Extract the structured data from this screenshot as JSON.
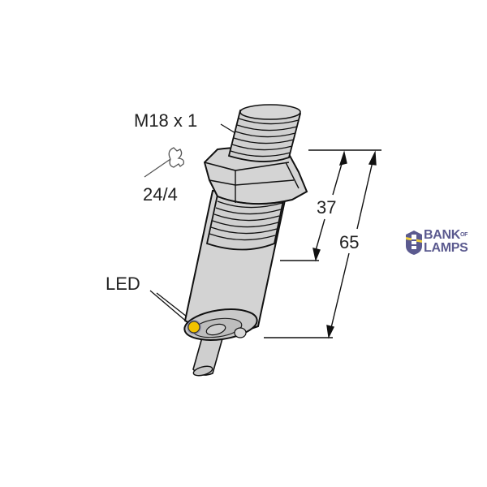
{
  "diagram": {
    "type": "technical-drawing",
    "subject": "cylindrical inductive proximity sensor with cable",
    "labels": {
      "thread": "M18 x 1",
      "wrench_size": "24/4",
      "led": "LED",
      "dim_thread_length": "37",
      "dim_total_length": "65"
    },
    "icons": {
      "wrench": "wrench-icon",
      "led_indicator": "led-indicator"
    },
    "colors": {
      "body_fill": "#d0d0d0",
      "outline": "#111111",
      "led": "#f2c200",
      "background": "#ffffff"
    }
  },
  "logo": {
    "line1": "BANK",
    "of": "OF",
    "line2": "LAMPS",
    "color": "#5b5a8f",
    "accent": "#f0d040"
  }
}
